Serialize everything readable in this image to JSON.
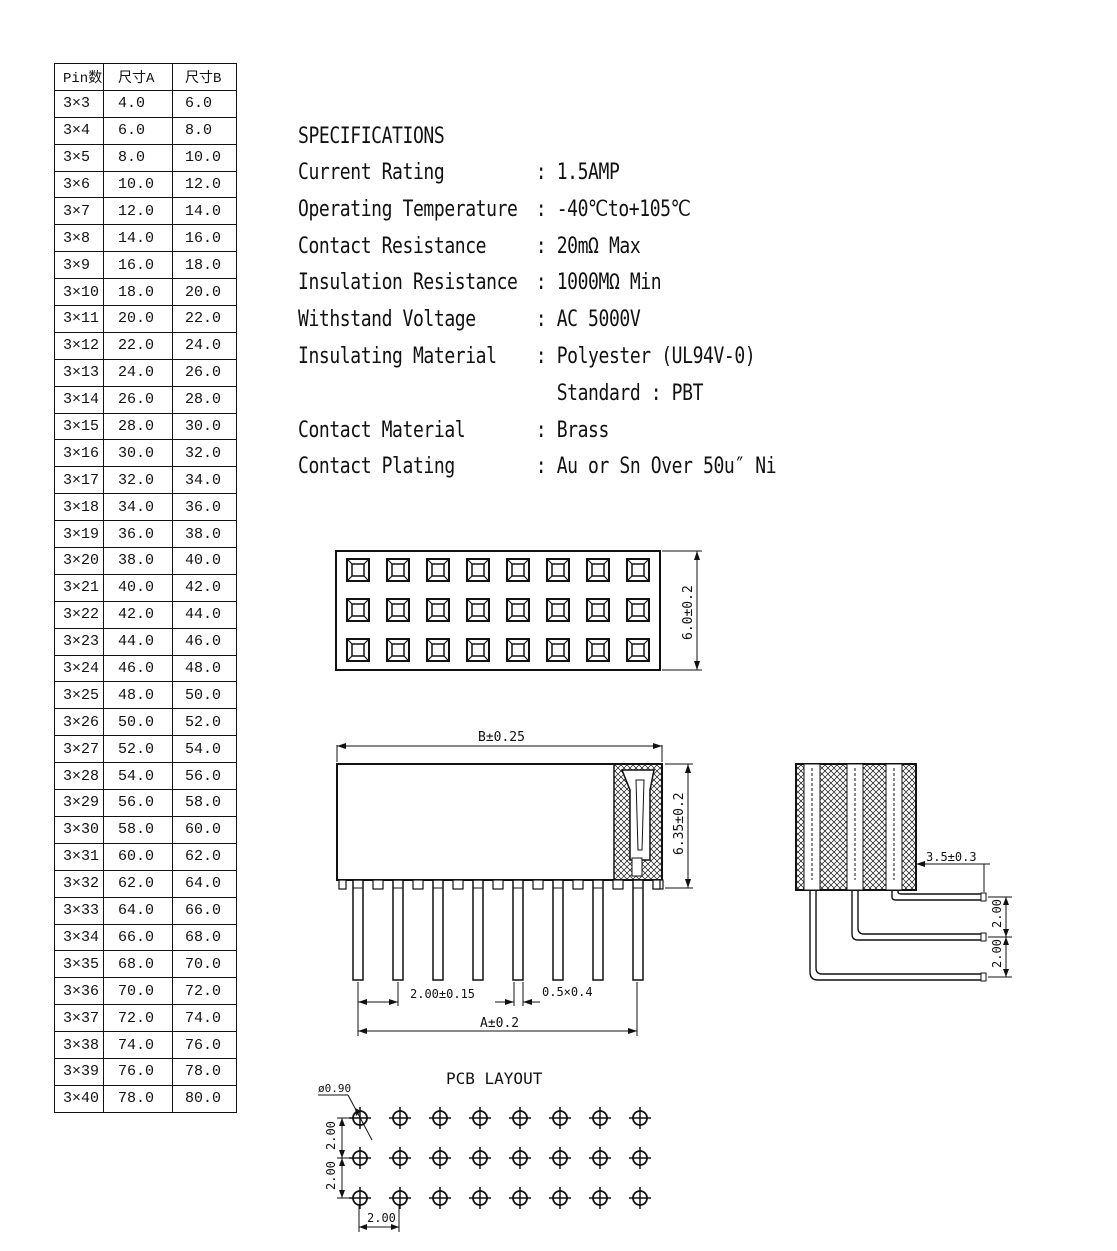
{
  "pin_table": {
    "headers": [
      "Pin数",
      "尺寸A",
      "尺寸B"
    ],
    "rows": [
      [
        "3×3",
        "4.0",
        "6.0"
      ],
      [
        "3×4",
        "6.0",
        "8.0"
      ],
      [
        "3×5",
        "8.0",
        "10.0"
      ],
      [
        "3×6",
        "10.0",
        "12.0"
      ],
      [
        "3×7",
        "12.0",
        "14.0"
      ],
      [
        "3×8",
        "14.0",
        "16.0"
      ],
      [
        "3×9",
        "16.0",
        "18.0"
      ],
      [
        "3×10",
        "18.0",
        "20.0"
      ],
      [
        "3×11",
        "20.0",
        "22.0"
      ],
      [
        "3×12",
        "22.0",
        "24.0"
      ],
      [
        "3×13",
        "24.0",
        "26.0"
      ],
      [
        "3×14",
        "26.0",
        "28.0"
      ],
      [
        "3×15",
        "28.0",
        "30.0"
      ],
      [
        "3×16",
        "30.0",
        "32.0"
      ],
      [
        "3×17",
        "32.0",
        "34.0"
      ],
      [
        "3×18",
        "34.0",
        "36.0"
      ],
      [
        "3×19",
        "36.0",
        "38.0"
      ],
      [
        "3×20",
        "38.0",
        "40.0"
      ],
      [
        "3×21",
        "40.0",
        "42.0"
      ],
      [
        "3×22",
        "42.0",
        "44.0"
      ],
      [
        "3×23",
        "44.0",
        "46.0"
      ],
      [
        "3×24",
        "46.0",
        "48.0"
      ],
      [
        "3×25",
        "48.0",
        "50.0"
      ],
      [
        "3×26",
        "50.0",
        "52.0"
      ],
      [
        "3×27",
        "52.0",
        "54.0"
      ],
      [
        "3×28",
        "54.0",
        "56.0"
      ],
      [
        "3×29",
        "56.0",
        "58.0"
      ],
      [
        "3×30",
        "58.0",
        "60.0"
      ],
      [
        "3×31",
        "60.0",
        "62.0"
      ],
      [
        "3×32",
        "62.0",
        "64.0"
      ],
      [
        "3×33",
        "64.0",
        "66.0"
      ],
      [
        "3×34",
        "66.0",
        "68.0"
      ],
      [
        "3×35",
        "68.0",
        "70.0"
      ],
      [
        "3×36",
        "70.0",
        "72.0"
      ],
      [
        "3×37",
        "72.0",
        "74.0"
      ],
      [
        "3×38",
        "74.0",
        "76.0"
      ],
      [
        "3×39",
        "76.0",
        "78.0"
      ],
      [
        "3×40",
        "78.0",
        "80.0"
      ]
    ]
  },
  "specs": {
    "title": "SPECIFICATIONS",
    "items": [
      {
        "label": "Current Rating",
        "value": ": 1.5AMP"
      },
      {
        "label": "Operating Temperature",
        "value": ": -40℃to+105℃"
      },
      {
        "label": "Contact Resistance",
        "value": ": 20mΩ Max"
      },
      {
        "label": "Insulation Resistance",
        "value": ": 1000MΩ Min"
      },
      {
        "label": "Withstand Voltage",
        "value": ": AC 5000V"
      },
      {
        "label": "Insulating Material",
        "value": ": Polyester (UL94V-0)"
      },
      {
        "label": "",
        "value": "  Standard : PBT"
      },
      {
        "label": "Contact Material",
        "value": ": Brass"
      },
      {
        "label": "Contact Plating",
        "value": ": Au or Sn Over 50u″ Ni"
      }
    ]
  },
  "dimensions": {
    "top_height": "6.0±0.2",
    "width_b": "B±0.25",
    "body_height": "6.35±0.2",
    "pitch": "2.00±0.15",
    "pin_size": "0.5×0.4",
    "width_a": "A±0.2",
    "side_tail": "3.5±0.3",
    "side_pitch_1": "2.00",
    "side_pitch_2": "2.00"
  },
  "pcb": {
    "title": "PCB LAYOUT",
    "hole_dia": "ø0.90",
    "pitch_v1": "2.00",
    "pitch_v2": "2.00",
    "pitch_h": "2.00"
  }
}
